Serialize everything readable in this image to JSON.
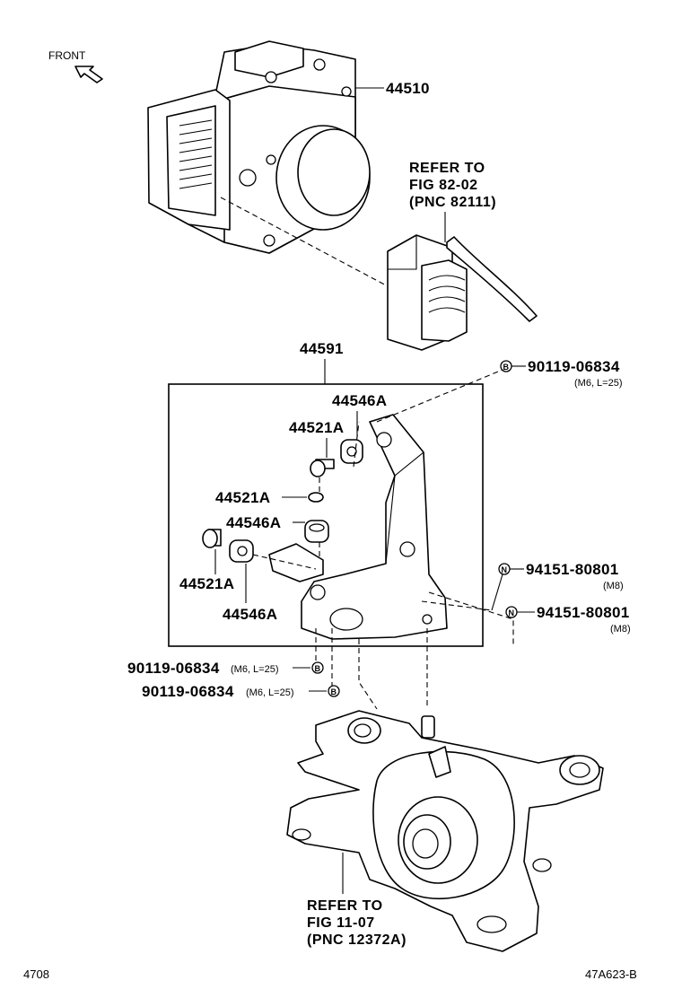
{
  "front_label": "FRONT",
  "parts": {
    "p44510": "44510",
    "p44591": "44591",
    "p44546A_top": "44546A",
    "p44521A_top": "44521A",
    "p44521A_mid": "44521A",
    "p44546A_mid": "44546A",
    "p44521A_low": "44521A",
    "p44546A_low": "44546A"
  },
  "bolts": {
    "bolt_top_pn": "90119-06834",
    "bolt_top_spec": "(M6, L=25)",
    "nut1_pn": "94151-80801",
    "nut1_spec": "(M8)",
    "nut2_pn": "94151-80801",
    "nut2_spec": "(M8)",
    "bolt_low1_pn": "90119-06834",
    "bolt_low1_spec": "(M6, L=25)",
    "bolt_low2_pn": "90119-06834",
    "bolt_low2_spec": "(M6, L=25)",
    "marker_b": "B",
    "marker_n": "N"
  },
  "refer_top": {
    "line1": "REFER TO",
    "line2": "FIG 82-02",
    "line3": "(PNC 82111)"
  },
  "refer_bottom": {
    "line1": "REFER TO",
    "line2": "FIG 11-07",
    "line3": "(PNC 12372A)"
  },
  "footer": {
    "left": "4708",
    "right": "47A623-B"
  }
}
